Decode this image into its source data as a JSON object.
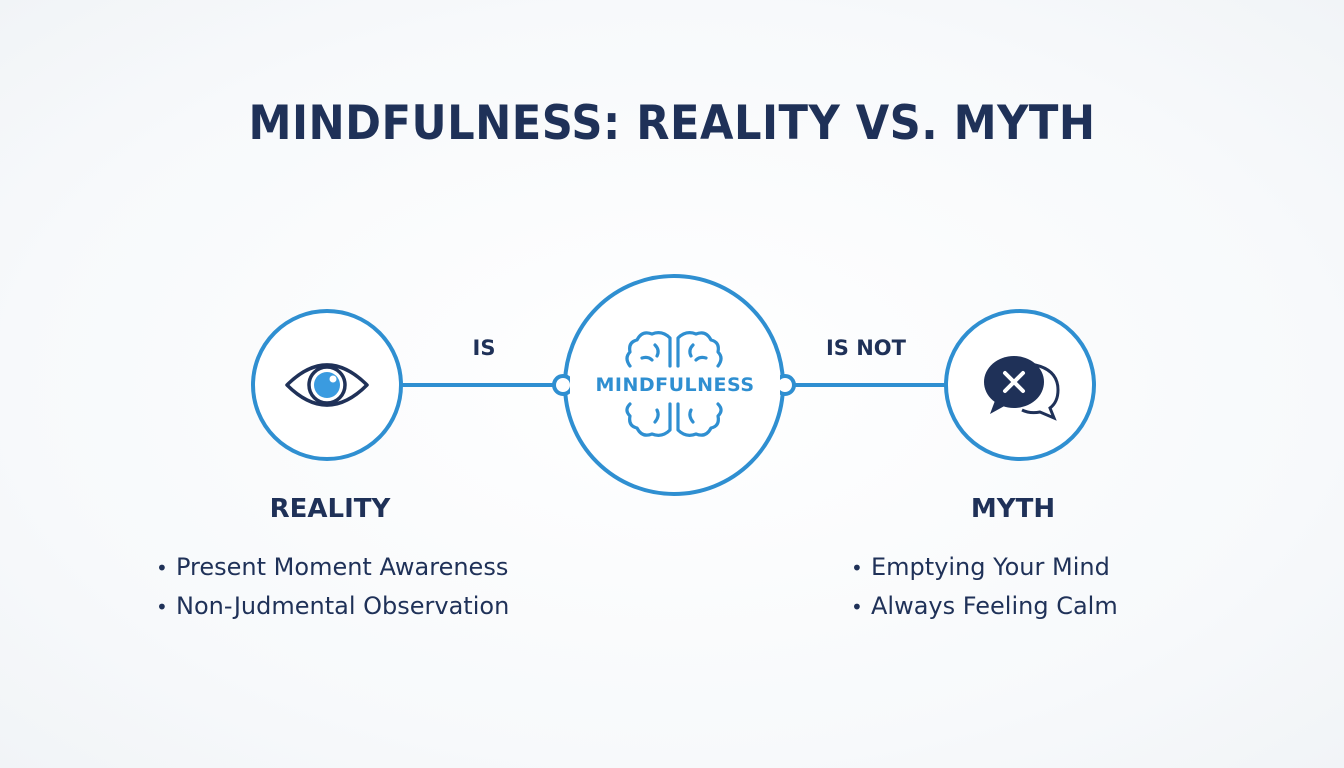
{
  "title": "MINDFULNESS: REALITY VS. MYTH",
  "colors": {
    "navy": "#1f3158",
    "accent_blue": "#2f8fd1",
    "eye_iris": "#3a9be0",
    "background": "#f7f9fb"
  },
  "center_node": {
    "label": "MINDFULNESS",
    "icon": "brain-icon"
  },
  "connectors": {
    "left_label": "IS",
    "right_label": "IS NOT"
  },
  "left_node": {
    "icon": "eye-icon",
    "heading": "REALITY",
    "points": [
      "Present Moment Awareness",
      "Non-Judmental Observation"
    ]
  },
  "right_node": {
    "icon": "speech-bubbles-x-icon",
    "heading": "MYTH",
    "points": [
      "Emptying Your Mind",
      "Always Feeling Calm"
    ]
  }
}
